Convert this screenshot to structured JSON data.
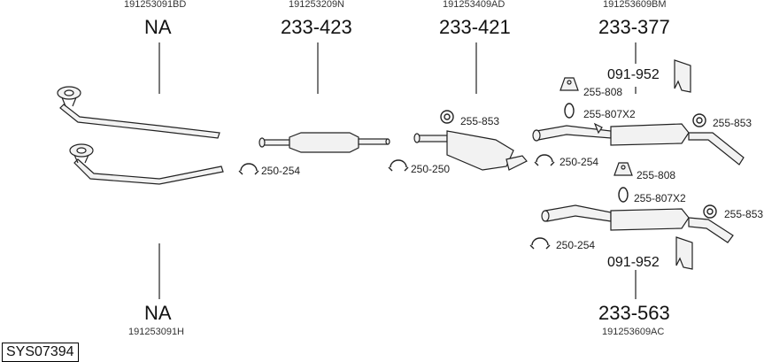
{
  "columns": [
    {
      "code_top": "191253091BD",
      "part_top": "NA",
      "code_bottom": "191253091H",
      "part_bottom": "NA"
    },
    {
      "code_top": "191253209N",
      "part_top": "233-423"
    },
    {
      "code_top": "191253409AD",
      "part_top": "233-421"
    },
    {
      "code_top": "191253609BM",
      "part_top": "233-377",
      "code_bottom": "191253609AC",
      "part_bottom": "233-563"
    }
  ],
  "accessories": {
    "clamp_a": "250-254",
    "clamp_b": "250-250",
    "clamp_c": "250-254",
    "clamp_d": "250-254",
    "ring_a": "255-853",
    "ring_b": "255-853",
    "ring_c": "255-853",
    "hanger_a": "255-808",
    "hanger_b": "255-808",
    "gasket_a": "255-807X2",
    "gasket_b": "255-807X2",
    "mount_a": "091-952",
    "mount_b": "091-952"
  },
  "system_id": "SYS07394"
}
